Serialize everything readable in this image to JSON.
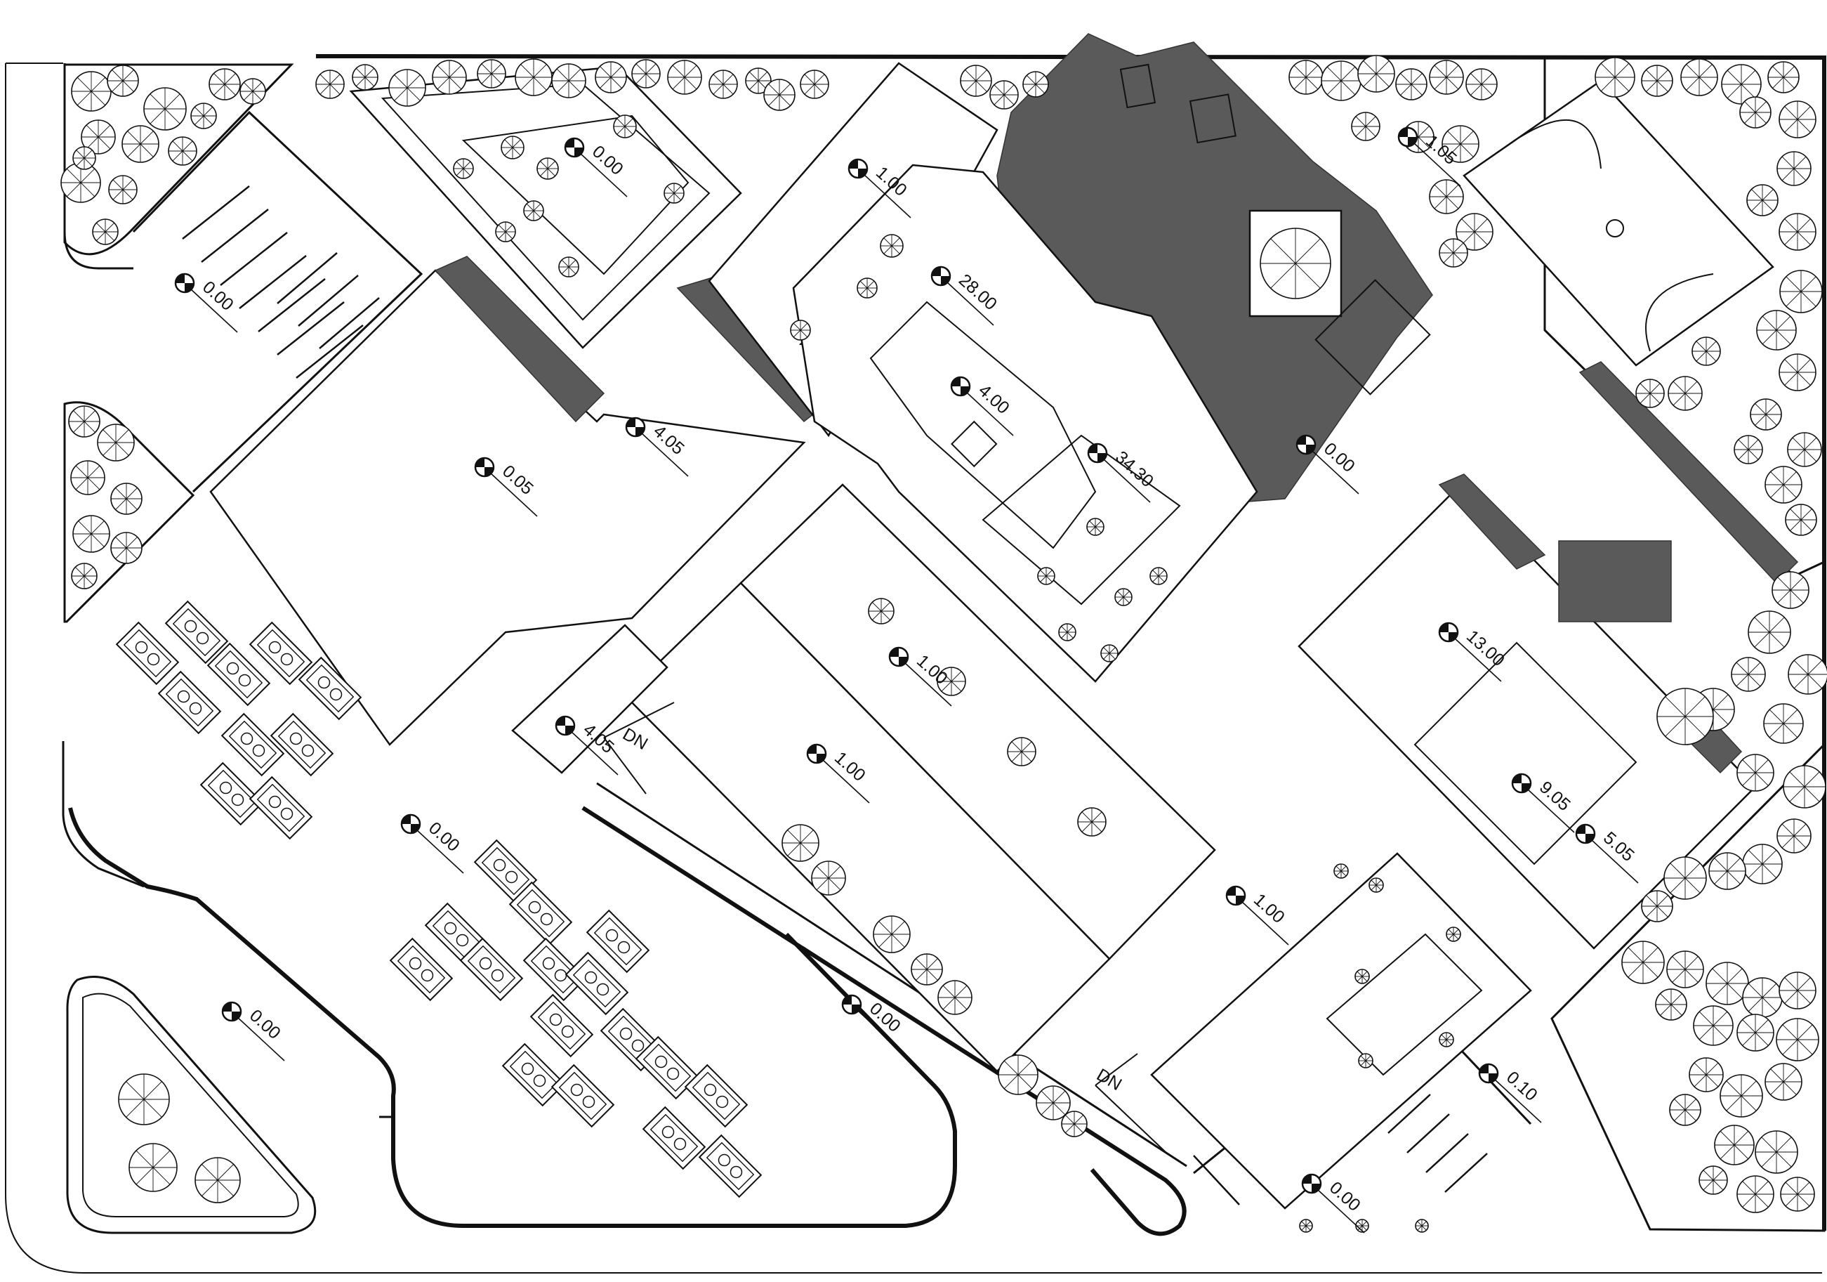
{
  "levels": [
    {
      "value": "0.00"
    },
    {
      "value": "0.00"
    },
    {
      "value": "1.00"
    },
    {
      "value": "28.00"
    },
    {
      "value": "4.05"
    },
    {
      "value": "0.05"
    },
    {
      "value": "4.00"
    },
    {
      "value": "34.30"
    },
    {
      "value": "0.00"
    },
    {
      "value": "1.05"
    },
    {
      "value": "13.00"
    },
    {
      "value": "1.00"
    },
    {
      "value": "4.05"
    },
    {
      "value": "1.00"
    },
    {
      "value": "0.00"
    },
    {
      "value": "9.05"
    },
    {
      "value": "5.05"
    },
    {
      "value": "1.00"
    },
    {
      "value": "0.00"
    },
    {
      "value": "0.00"
    },
    {
      "value": "0.10"
    },
    {
      "value": "0.00"
    }
  ],
  "stairs": [
    {
      "label": "DN"
    },
    {
      "label": "DN"
    }
  ],
  "colors": {
    "line": "#111111",
    "mass": "#5a5a5a",
    "background": "#ffffff"
  }
}
